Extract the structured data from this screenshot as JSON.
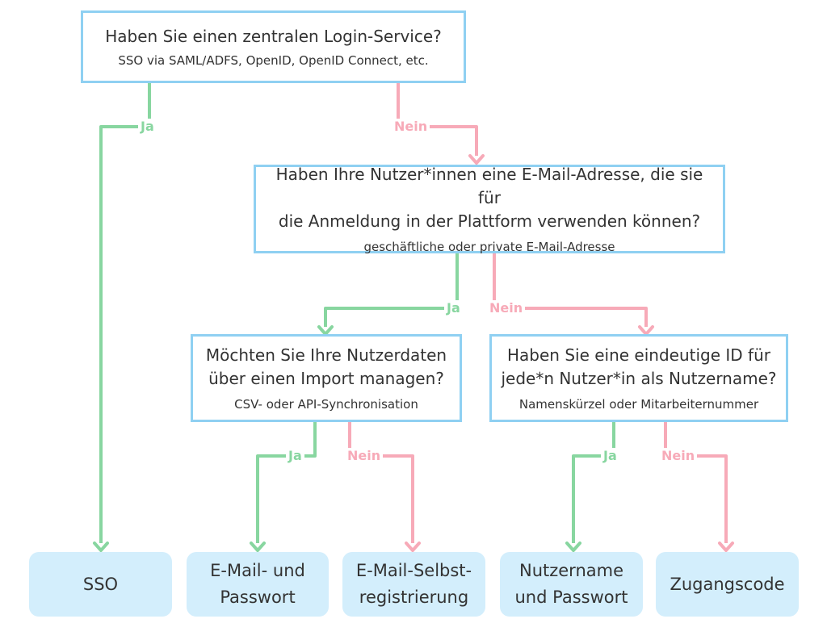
{
  "colors": {
    "yes": "#88d6a0",
    "no": "#f7aab8",
    "box_border": "#8fd0f2",
    "result_bg": "#d3eefc"
  },
  "labels": {
    "yes": "Ja",
    "no": "Nein"
  },
  "questions": {
    "login_service": {
      "text": "Haben Sie einen zentralen Login-Service?",
      "hint": "SSO via SAML/ADFS, OpenID, OpenID Connect, etc."
    },
    "email": {
      "text": "Haben Ihre Nutzer*innen eine E-Mail-Adresse, die sie für\ndie Anmeldung in der Plattform verwenden können?",
      "hint": "geschäftliche oder private E-Mail-Adresse"
    },
    "import": {
      "text": "Möchten Sie Ihre Nutzerdaten\nüber einen Import managen?",
      "hint": "CSV- oder API-Synchronisation"
    },
    "unique_id": {
      "text": "Haben Sie eine eindeutige ID für\njede*n Nutzer*in als Nutzername?",
      "hint": "Namenskürzel oder Mitarbeiternummer"
    }
  },
  "results": {
    "sso": "SSO",
    "email_password": "E-Mail- und\nPasswort",
    "email_selfreg": "E-Mail-Selbst-\nregistrierung",
    "username_password": "Nutzername\nund Passwort",
    "access_code": "Zugangscode"
  }
}
